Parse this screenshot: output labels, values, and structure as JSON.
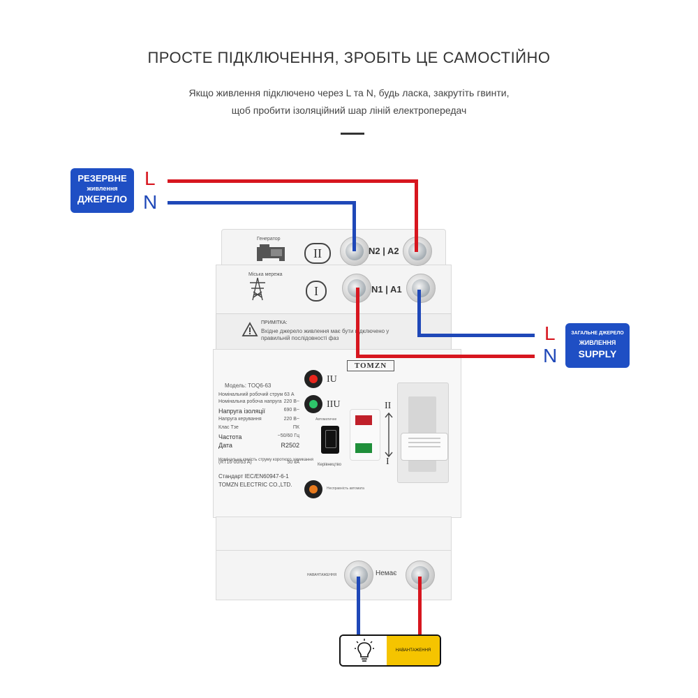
{
  "header": {
    "title": "ПРОСТЕ ПІДКЛЮЧЕННЯ, ЗРОБІТЬ ЦЕ САМОСТІЙНО",
    "subtitle_line1": "Якщо живлення підключено через L та N, будь ласка, закрутіть гвинти,",
    "subtitle_line2": "щоб пробити ізоляційний шар ліній електропередач"
  },
  "backup_source": {
    "badge_line1": "РЕЗЕРВНЕ",
    "badge_line2": "живлення",
    "badge_line3": "ДЖЕРЕЛО",
    "label_L": "L",
    "label_N": "N"
  },
  "main_source": {
    "badge_line1": "ЗАГАЛЬНЕ ДЖЕРЕЛО",
    "badge_line2": "ЖИВЛЕННЯ",
    "badge_line3": "SUPPLY",
    "label_L": "L",
    "label_N": "N"
  },
  "device": {
    "generator_label": "Генератор",
    "grid_label": "Міська мережа",
    "pos2_symbol": "II",
    "pos1_symbol": "I",
    "terminal_top_label": "N2 | A2",
    "terminal_mid_label": "N1 | A1",
    "note_title": "ПРИМІТКА:",
    "note_line1": "Вхідне джерело живлення має бути підключено у",
    "note_line2": "правильній послідовності фаз",
    "brand": "TOMZN",
    "model": "Модель: TOQ6-63",
    "specs": [
      {
        "label": "Номінальний робочий струм 63 А",
        "value": ""
      },
      {
        "label": "Номінальна робоча напруга",
        "value": "220 В~"
      },
      {
        "label": "Напруга ізоляції",
        "value": "690 В~"
      },
      {
        "label": "Напруга керування",
        "value": "220 В~"
      },
      {
        "label": "Клас Тзе",
        "value": "ПК"
      },
      {
        "label": "Частота",
        "value": "~50/60 Гц"
      },
      {
        "label": "Дата",
        "value": "R2502"
      },
      {
        "label": "Номінальна ємність струму короткого замикання",
        "value": ""
      },
      {
        "label": "(RT16-00/63 A)",
        "value": "50 кА"
      }
    ],
    "standard": "Стандарт IEC/EN60947-6-1",
    "manufacturer": "TOMZN ELECTRIC CO.,LTD.",
    "indicator_1_label": "IU",
    "indicator_2_label": "IIU",
    "auto_label": "Автоматичне",
    "manual_label": "Керівництво",
    "fault_label": "Несправність автомата",
    "lever_top": "II",
    "lever_bottom": "I",
    "bottom_left_label": "НАВАНТАЖЕННЯ",
    "bottom_right_label": "Немає"
  },
  "load": {
    "label": "НАВАНТАЖЕННЯ",
    "icon": "light-bulb-icon"
  },
  "colors": {
    "live_wire": "#d7161f",
    "neutral_wire": "#1f48b8",
    "badge_blue": "#1f4fc4",
    "load_yellow": "#f5c400"
  }
}
